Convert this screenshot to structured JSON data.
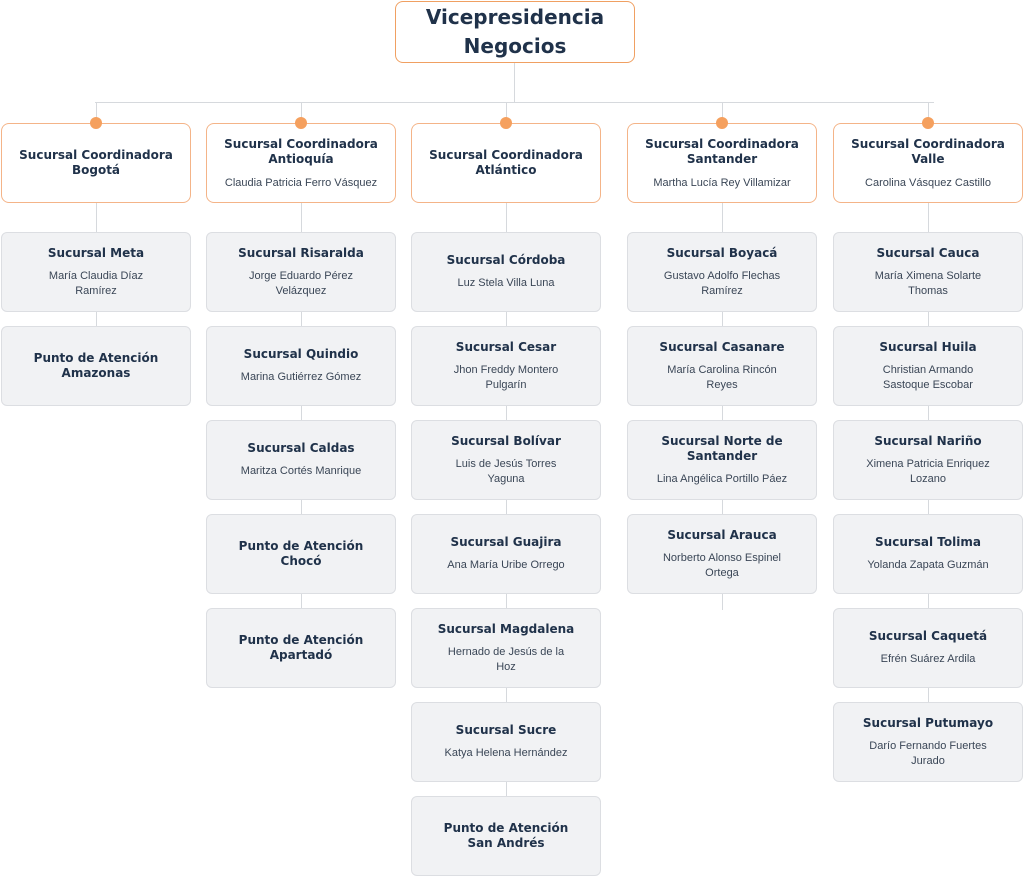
{
  "root": {
    "title": "Vicepresidencia Negocios"
  },
  "columns": [
    {
      "coordinator": {
        "title": "Sucursal Coordinadora Bogotá",
        "person": ""
      },
      "branches": [
        {
          "title": "Sucursal  Meta",
          "person": "María Claudia Díaz\nRamírez"
        },
        {
          "title": "Punto de Atención\nAmazonas",
          "person": ""
        }
      ]
    },
    {
      "coordinator": {
        "title": "Sucursal Coordinadora Antioquía",
        "person": "Claudia Patricia Ferro Vásquez"
      },
      "branches": [
        {
          "title": "Sucursal Risaralda",
          "person": "Jorge Eduardo Pérez\nVelázquez"
        },
        {
          "title": "Sucursal Quindio",
          "person": "Marina Gutiérrez Gómez"
        },
        {
          "title": "Sucursal Caldas",
          "person": "Maritza Cortés Manrique"
        },
        {
          "title": "Punto de Atención\nChocó",
          "person": ""
        },
        {
          "title": "Punto de Atención\nApartadó",
          "person": ""
        }
      ]
    },
    {
      "coordinator": {
        "title": "Sucursal Coordinadora Atlántico",
        "person": ""
      },
      "branches": [
        {
          "title": "Sucursal  Córdoba",
          "person": "Luz Stela Villa Luna"
        },
        {
          "title": "Sucursal Cesar",
          "person": "Jhon Freddy Montero\nPulgarín"
        },
        {
          "title": "Sucursal Bolívar",
          "person": "Luis de Jesús Torres\nYaguna"
        },
        {
          "title": "Sucursal Guajira",
          "person": "Ana María Uribe Orrego"
        },
        {
          "title": "Sucursal Magdalena",
          "person": "Hernado de Jesús de la\nHoz"
        },
        {
          "title": "Sucursal Sucre",
          "person": "Katya Helena Hernández"
        },
        {
          "title": "Punto de Atención\nSan Andrés",
          "person": ""
        }
      ]
    },
    {
      "coordinator": {
        "title": "Sucursal Coordinadora Santander",
        "person": "Martha Lucía Rey Villamizar"
      },
      "branches": [
        {
          "title": "Sucursal Boyacá",
          "person": "Gustavo Adolfo Flechas\nRamírez"
        },
        {
          "title": "Sucursal Casanare",
          "person": "María Carolina Rincón\nReyes"
        },
        {
          "title": "Sucursal Norte de\nSantander",
          "person": "Lina Angélica Portillo Páez"
        },
        {
          "title": "Sucursal Arauca",
          "person": "Norberto Alonso Espinel\nOrtega"
        }
      ]
    },
    {
      "coordinator": {
        "title": "Sucursal Coordinadora Valle",
        "person": "Carolina Vásquez Castillo"
      },
      "branches": [
        {
          "title": "Sucursal Cauca",
          "person": "María Ximena Solarte\nThomas"
        },
        {
          "title": "Sucursal Huila",
          "person": "Christian Armando\nSastoque Escobar"
        },
        {
          "title": "Sucursal Nariño",
          "person": "Ximena Patricia Enriquez\nLozano"
        },
        {
          "title": "Sucursal Tolima",
          "person": "Yolanda Zapata Guzmán"
        },
        {
          "title": "Sucursal Caquetá",
          "person": "Efrén Suárez Ardila"
        },
        {
          "title": "Sucursal Putumayo",
          "person": "Darío Fernando Fuertes\nJurado"
        }
      ]
    }
  ]
}
